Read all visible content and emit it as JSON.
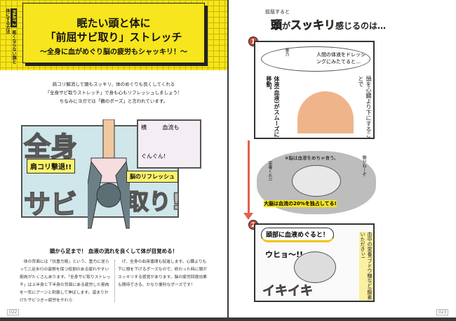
{
  "left": {
    "side_tab": {
      "part": "PART 2",
      "text": "眠くならない頭と体にする方法"
    },
    "title_line1": "眠たい頭と体に",
    "title_line2": "「前屈サビ取り」ストレッチ",
    "subtitle": "〜全身に血がめぐり脳の疲労もシャッキリ！〜",
    "intro": [
      "肩コリ解消して頭もスッキリ、体のめぐりも良くしてくれる",
      "「全身サビ取りストレッチ」で身も心もリフレッシュしましょう！",
      "ちなみにヨガでは「鶴のポーズ」と言われています。"
    ],
    "illustration": {
      "big1": "全身",
      "big2": "サビ",
      "big3": "取り!",
      "callout1": "肩コリ撃退!!",
      "callout2": "脳のリフレッシュ",
      "inset_text1": "血流も",
      "inset_text2": "ぐんぐん!",
      "inset_label": "横"
    },
    "section_heading": "頭から足まで！ 血液の流れを良くして体が目覚める！",
    "col1": "体の背面には「抗重力筋」という、重力に逆らって二足歩行の姿勢を保つ役割のある疲れやすい筋肉がたくさんあります。「全身サビ取りストレッチ」は上半身と下半身の背面にある疲労した筋肉を一気にグーンと刺激して伸ばします。溜まりかけたサビつき＝疲労をやわら",
    "col2": "げ、全身の血液循環も促進します。心臓よりも下に頭を下げるポーズなので、終わった時に頭がスッキリする感覚があります。脳の疲労回復効果も期待できる、かなり便利なポーズです！",
    "page_number": "022"
  },
  "right": {
    "title_small": "前屈すると",
    "title_a": "頭",
    "title_b": "が",
    "title_c": "スッキリ",
    "title_d": "感じるのは…",
    "step1": "1",
    "cloud_text": "人間の体液をドレッシングにみたてると…",
    "gravity": "重力",
    "v1": "頭を心臓より下にすることで",
    "v2": "体液(血液)がスムーズに移動。",
    "brain_note": "※脳は血液をめちゃ食う。",
    "brain_left": "栄養くれ!!",
    "brain_right": "働かねーぞ",
    "brain_bottom": "大脳は血流の20%を独占してる!",
    "step2": "2",
    "bubble": "頭部に血液めぐると！",
    "exclaim": "ウヒョ〜!!",
    "ikiiki": "イキイキ",
    "v3": "血中の栄養(ブドウ糖など)酸素いただきぃ!",
    "page_number": "023"
  },
  "colors": {
    "yellow": "#f7e51d",
    "red": "#e2604f",
    "ink": "#222222"
  }
}
